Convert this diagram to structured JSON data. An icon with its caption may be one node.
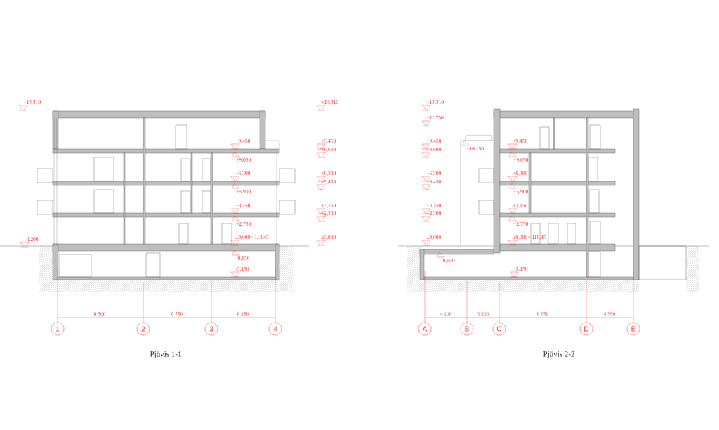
{
  "diagram": {
    "nodes": [
      {
        "text": [
          "1"
        ]
      },
      {
        "text": [
          "2"
        ]
      },
      {
        "text": [
          "3"
        ]
      },
      {
        "text": [
          "4"
        ]
      },
      {
        "text": [
          "A"
        ]
      },
      {
        "text": [
          "B"
        ]
      },
      {
        "text": [
          "C"
        ]
      },
      {
        "text": [
          "D"
        ]
      },
      {
        "text": [
          "E"
        ]
      }
    ],
    "labels": [
      "+13,310",
      "+13,310",
      "+9,450",
      "+9,450",
      "+8,600",
      "+9,050",
      "+6,300",
      "+6,300",
      "+5,450",
      "+5,900",
      "+3,150",
      "+3,150",
      "+2,300",
      "+2,750",
      "-0,200",
      "±0,000= 118,45",
      "±0,000",
      "-0,650",
      "-3,150",
      "8 500",
      "6 750",
      "6 250",
      "Pjūvis 1-1",
      "+13,310",
      "+11,750",
      "+9,450",
      "+9,450",
      "+8,600",
      "+10,150",
      "+9,050",
      "+6,300",
      "+6,300",
      "+5,450",
      "+5,900",
      "+3,150",
      "+3,150",
      "+2,300",
      "+2,750",
      "±0,000",
      "±0,000= 118,45",
      "-0,950",
      "-3,150",
      "4 100",
      "3 200",
      "8 650",
      "4 550",
      "Pjūvis 2-2"
    ]
  }
}
